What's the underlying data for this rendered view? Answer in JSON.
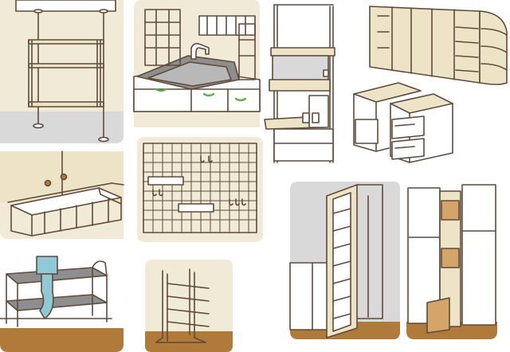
{
  "colors": {
    "outline": "#5f4a3b",
    "panel_bg": "#f1ead6",
    "wall_gray": "#d9d9d9",
    "cabinet_tan": "#ede3c6",
    "cabinet_white": "#ffffff",
    "wood_brown": "#b07a3a",
    "sink_gray": "#8e8e8e",
    "rack_metal": "#c8b7a1",
    "handle_green": "#58b24a",
    "water_blue": "#8fc9d6"
  },
  "panels": [
    {
      "id": "tension-pole-shelf",
      "icon": "tension-pole-shelf-icon"
    },
    {
      "id": "sink-dish-rack",
      "icon": "dish-rack-icon"
    },
    {
      "id": "kitchen-rack-with-trays",
      "icon": "kitchen-rack-icon"
    },
    {
      "id": "cabinet-row",
      "icon": "cabinet-row-icon"
    },
    {
      "id": "under-cabinet-rack",
      "icon": "under-cabinet-rack-icon"
    },
    {
      "id": "wire-grid-panel",
      "icon": "wire-grid-icon"
    },
    {
      "id": "drawer-boxes",
      "icon": "drawer-box-icon"
    },
    {
      "id": "under-sink-shelf",
      "icon": "under-sink-shelf-icon"
    },
    {
      "id": "pan-rack",
      "icon": "pan-rack-icon"
    },
    {
      "id": "slim-pull-out-rack",
      "icon": "slim-rack-icon"
    },
    {
      "id": "gap-pull-out-cart",
      "icon": "gap-cart-icon"
    }
  ]
}
